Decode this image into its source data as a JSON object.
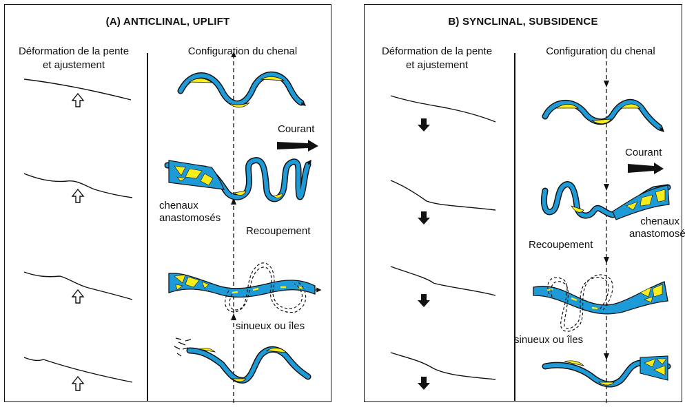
{
  "panel_a": {
    "title": "(A) ANTICLINAL, UPLIFT",
    "col_left_line1": "Déformation de la pente",
    "col_left_line2": "et ajustement",
    "col_right": "Configuration du chenal",
    "courant": "Courant",
    "chenaux_line1": "chenaux",
    "chenaux_line2": "anastomosés",
    "recoupement": "Recoupement",
    "sinueux": "sinueux ou îles"
  },
  "panel_b": {
    "title": "B) SYNCLINAL, SUBSIDENCE",
    "col_left_line1": "Déformation de la pente",
    "col_left_line2": "et ajustement",
    "col_right": "Configuration du chenal",
    "courant": "Courant",
    "chenaux_line1": "chenaux",
    "chenaux_line2": "anastomosés",
    "recoupement": "Recoupement",
    "sinueux": "sinueux ou îles"
  },
  "colors": {
    "channel": "#1e9ad6",
    "sediment": "#f7ec1c",
    "ink": "#111111"
  },
  "icons": [
    "up-arrow-icon",
    "down-arrow-icon",
    "current-arrow-icon"
  ]
}
